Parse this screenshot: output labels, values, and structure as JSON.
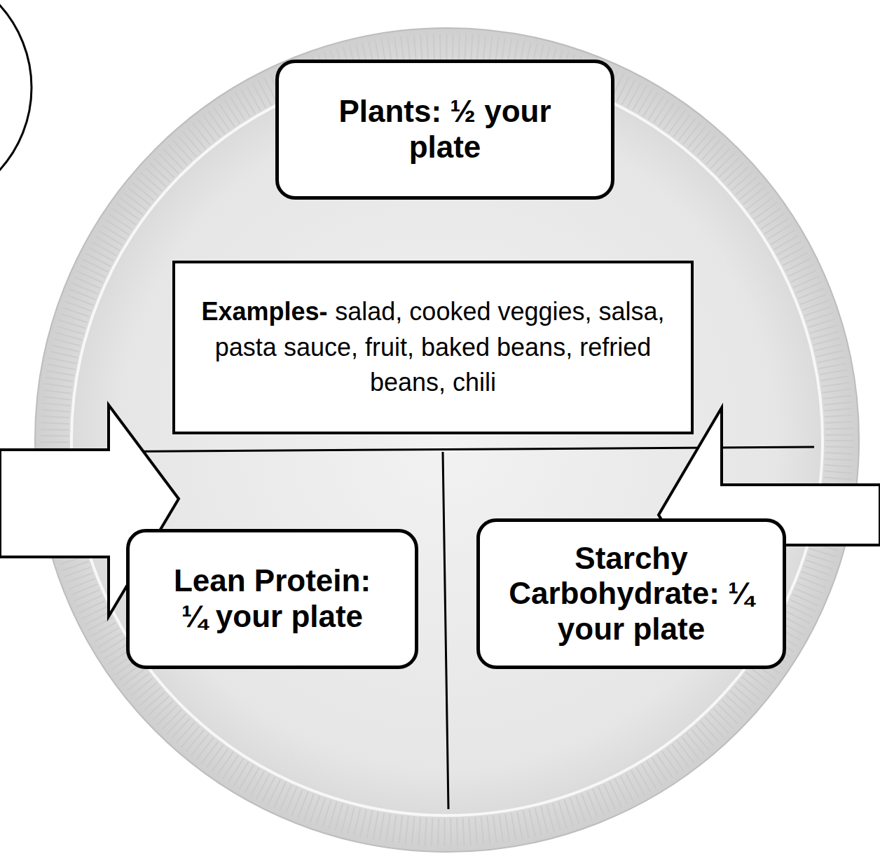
{
  "diagram": {
    "nodes": [
      {
        "text": [
          "Plants: ½ your plate"
        ]
      },
      {
        "text": [
          "Examples-",
          "salad, cooked veggies, salsa, pasta sauce, fruit, baked beans, refried beans, chili"
        ]
      },
      {
        "text": [
          "Lean Protein: ¼ your plate"
        ]
      },
      {
        "text": [
          "Starchy Carbohydrate: ¼ your plate"
        ]
      }
    ]
  }
}
